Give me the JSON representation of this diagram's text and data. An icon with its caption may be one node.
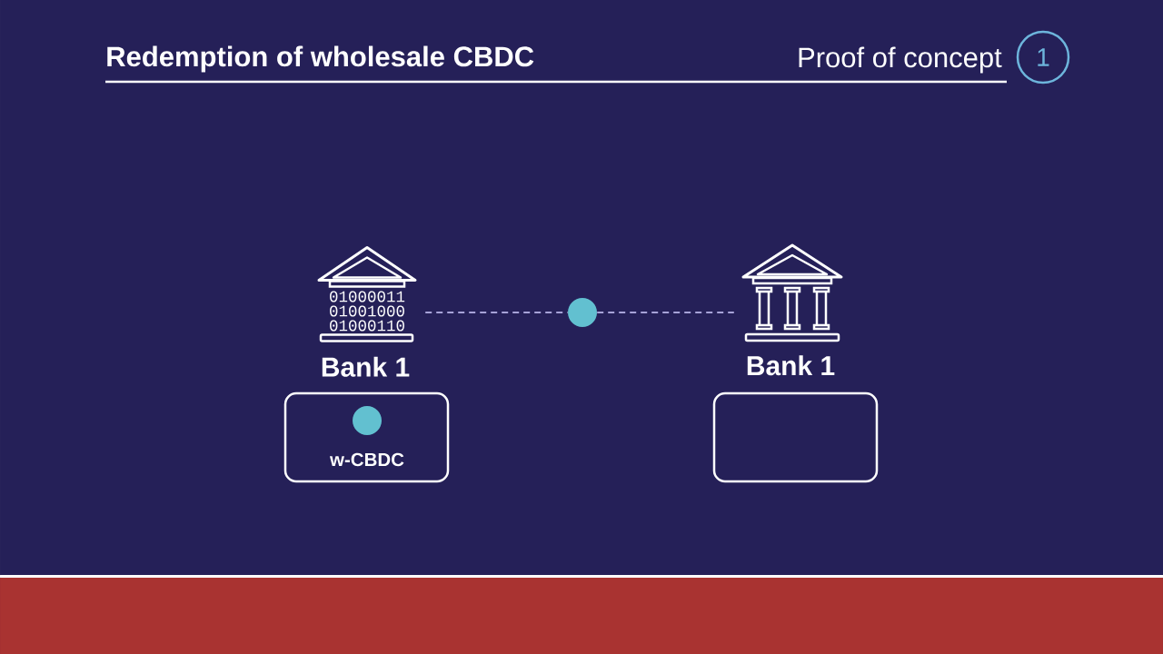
{
  "diagram": {
    "title": "Redemption of wholesale CBDC",
    "nodes": [
      {
        "text": [
          "1"
        ]
      },
      {
        "text": [
          "01000011 01001000 01000110",
          "Bank 1"
        ]
      },
      {
        "text": [],
        "shape": "circle"
      },
      {
        "text": [
          "Bank 1"
        ]
      },
      {
        "text": [
          "w-CBDC"
        ]
      },
      {
        "text": [],
        "shape": "box"
      }
    ],
    "edges": [
      {
        "from": 1,
        "to": 2,
        "arrow": "none",
        "style": "dashed"
      },
      {
        "from": 2,
        "to": 3,
        "arrow": "none",
        "style": "dashed"
      }
    ],
    "labels": [
      "Proof of concept"
    ]
  }
}
